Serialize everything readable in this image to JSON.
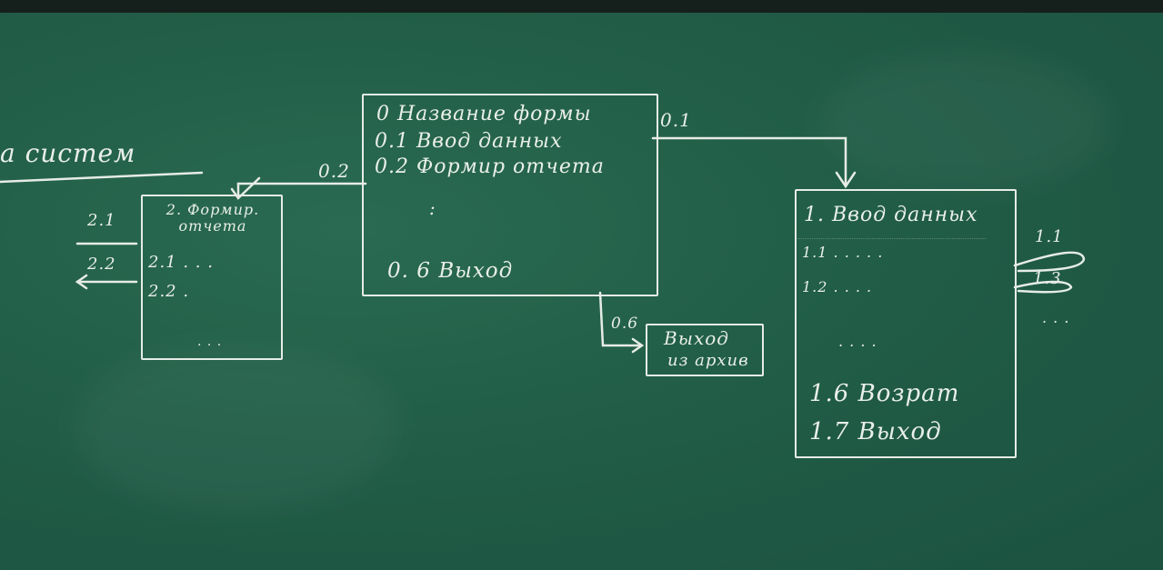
{
  "left_header": {
    "text": "а  систем"
  },
  "main_box": {
    "items": [
      "0 Название формы",
      "0.1 Ввод данных",
      "0.2 Формир отчета",
      ":",
      "0. 6 Выход"
    ]
  },
  "links": {
    "l01": "0.1",
    "l02": "0.2",
    "l06": "0.6"
  },
  "report_box": {
    "title": "2. Формир. отчета",
    "items": [
      "2.1 . . .",
      "2.2 .",
      ". . ."
    ],
    "out": [
      "2.1",
      "2.2"
    ]
  },
  "exit_box": {
    "line1": "Выход",
    "line2": "из архив"
  },
  "data_box": {
    "title": "1. Ввод данных",
    "items": [
      "1.1 . . . . .",
      "1.2 . . . .",
      ". . . .",
      "1.6 Возрат",
      "1.7 Выход"
    ],
    "side": [
      "1.1",
      "1.3",
      ". . ."
    ]
  }
}
